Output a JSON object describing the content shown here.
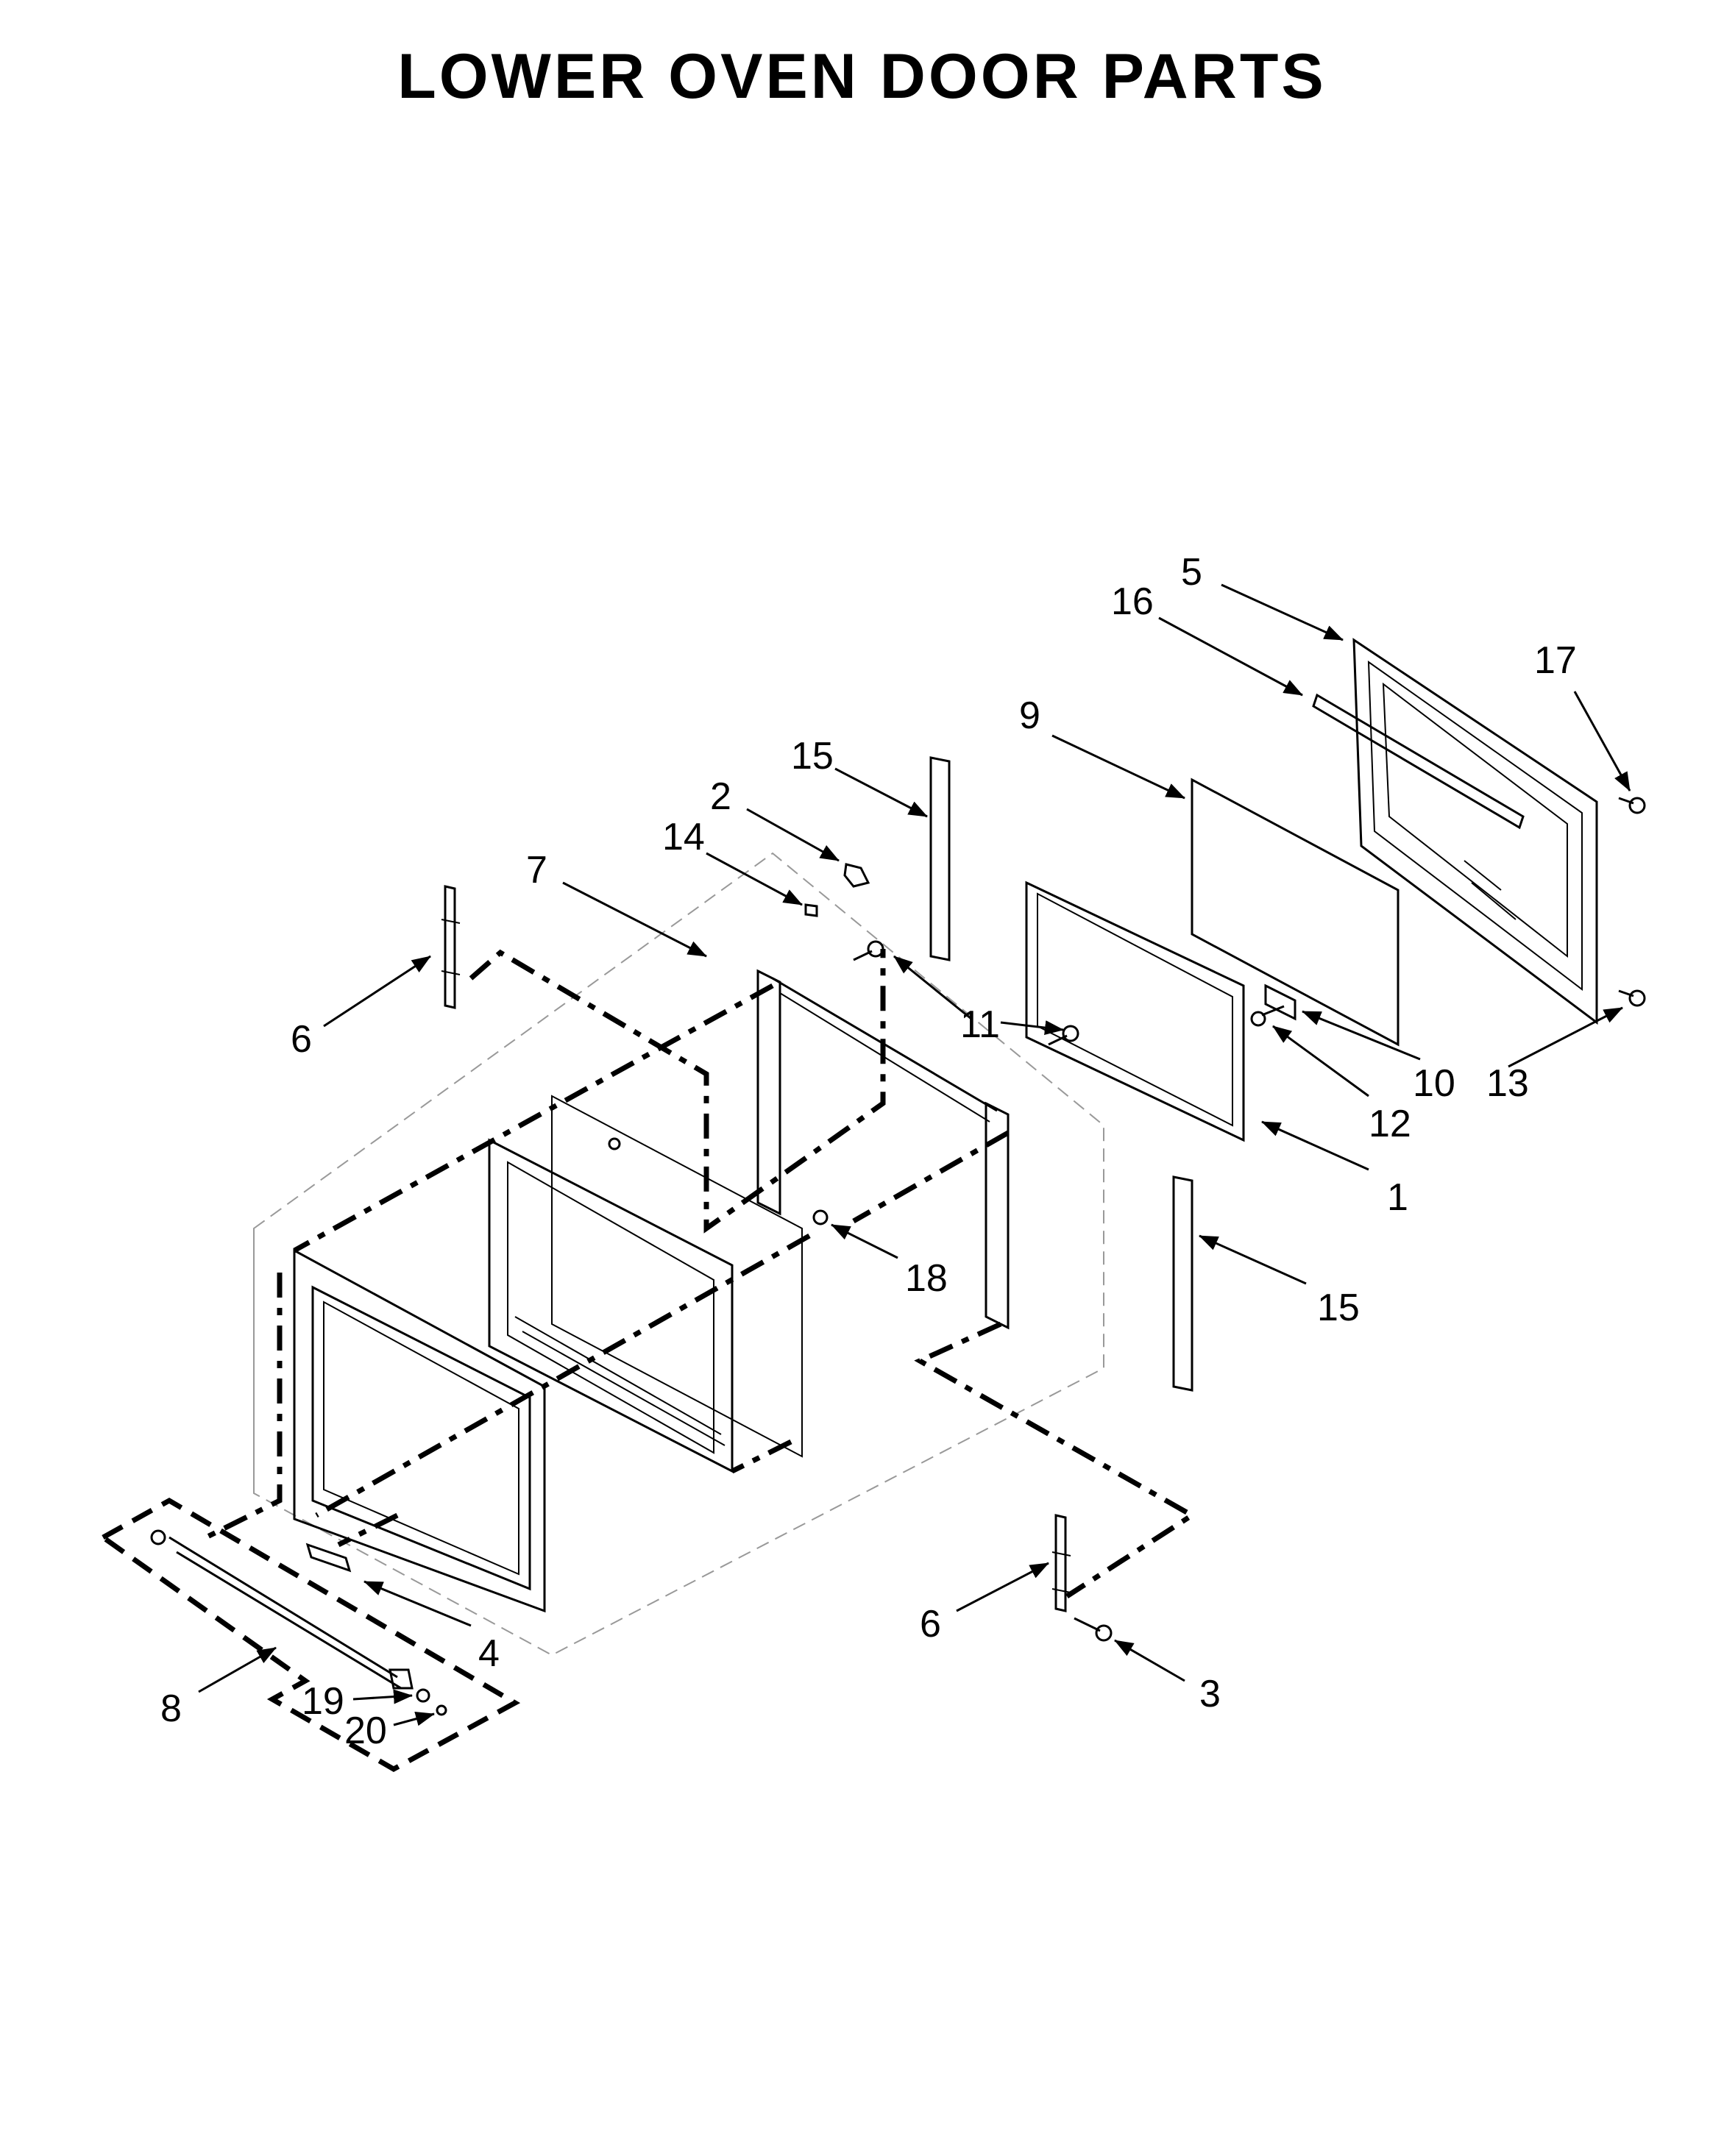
{
  "title": "LOWER OVEN DOOR PARTS",
  "callouts": [
    {
      "id": "c1",
      "label": "1"
    },
    {
      "id": "c2",
      "label": "2"
    },
    {
      "id": "c3",
      "label": "3"
    },
    {
      "id": "c4",
      "label": "4"
    },
    {
      "id": "c5",
      "label": "5"
    },
    {
      "id": "c6a",
      "label": "6"
    },
    {
      "id": "c6b",
      "label": "6"
    },
    {
      "id": "c7",
      "label": "7"
    },
    {
      "id": "c8",
      "label": "8"
    },
    {
      "id": "c9",
      "label": "9"
    },
    {
      "id": "c10",
      "label": "10"
    },
    {
      "id": "c11",
      "label": "11"
    },
    {
      "id": "c12",
      "label": "12"
    },
    {
      "id": "c13",
      "label": "13"
    },
    {
      "id": "c14",
      "label": "14"
    },
    {
      "id": "c15a",
      "label": "15"
    },
    {
      "id": "c15b",
      "label": "15"
    },
    {
      "id": "c16",
      "label": "16"
    },
    {
      "id": "c17",
      "label": "17"
    },
    {
      "id": "c18",
      "label": "18"
    },
    {
      "id": "c19",
      "label": "19"
    },
    {
      "id": "c20",
      "label": "20"
    }
  ]
}
